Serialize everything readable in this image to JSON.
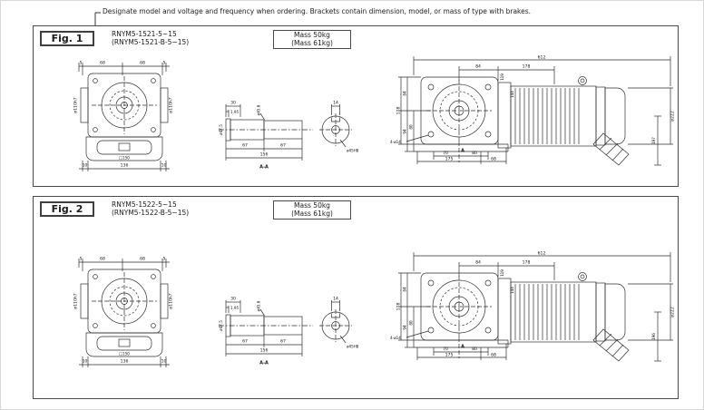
{
  "page": {
    "note": "Designate model and voltage and frequency when ordering. Brackets contain dimension, model, or mass of type with brakes."
  },
  "figures": [
    {
      "label": "Fig. 1",
      "model": "RNYM5-1521-5~15",
      "model_brake": "(RNYM5-1521-B-5~15)",
      "mass": "Mass 50kg",
      "mass_brake": "(Mass 61kg)",
      "front": {
        "top": [
          "5",
          "68",
          "68",
          "5"
        ],
        "side_left": "ø110h7",
        "side_right": "ø110h7",
        "square": "□150",
        "bottom": [
          "10",
          "136",
          "10"
        ]
      },
      "section": {
        "d1": "30",
        "d2": "1.95",
        "dia1": "ø47.5",
        "dia2": "ø45.6",
        "l1": "67",
        "l2": "67",
        "total": "156",
        "name": "A-A",
        "key": "14",
        "bore": "ø45H8"
      },
      "side": {
        "overall": "612",
        "t1": "84",
        "t2": "178",
        "f1": "119",
        "f2": "144",
        "h": "178",
        "v1": "84",
        "v2": "94",
        "v3": "80",
        "holes": "4-ø14",
        "b1": "70",
        "b2": "80",
        "plane": "A",
        "b3": "175",
        "b4": "68",
        "dia": "ø222",
        "rh": "197"
      }
    },
    {
      "label": "Fig. 2",
      "model": "RNYM5-1522-5~15",
      "model_brake": "(RNYM5-1522-B-5~15)",
      "mass": "Mass 50kg",
      "mass_brake": "(Mass 61kg)",
      "front": {
        "top": [
          "5",
          "68",
          "68",
          "5"
        ],
        "side_left": "ø110h7",
        "side_right": "ø110h7",
        "square": "□150",
        "bottom": [
          "10",
          "136",
          "10"
        ]
      },
      "section": {
        "d1": "30",
        "d2": "1.95",
        "dia1": "ø47.5",
        "dia2": "ø45.6",
        "l1": "67",
        "l2": "67",
        "total": "156",
        "name": "A-A",
        "key": "14",
        "bore": "ø45H8"
      },
      "side": {
        "overall": "612",
        "t1": "84",
        "t2": "178",
        "f1": "119",
        "f2": "144",
        "h": "178",
        "v1": "84",
        "v2": "94",
        "v3": "80",
        "holes": "4-ø14",
        "b1": "70",
        "b2": "80",
        "plane": "A",
        "b3": "175",
        "b4": "68",
        "dia": "ø222",
        "rh": "196"
      }
    }
  ]
}
